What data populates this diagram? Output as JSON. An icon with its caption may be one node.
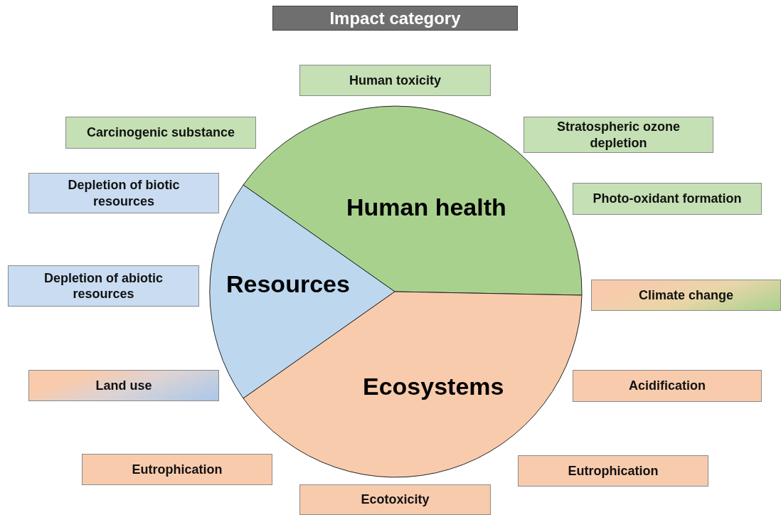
{
  "diagram": {
    "title": "Impact category",
    "nodes": [
      {
        "text": [
          "Human health"
        ]
      },
      {
        "text": [
          "Resources"
        ]
      },
      {
        "text": [
          "Ecosystems"
        ]
      },
      {
        "text": [
          "Human toxicity"
        ]
      },
      {
        "text": [
          "Carcinogenic substance"
        ]
      },
      {
        "text": [
          "Stratospheric ozone depletion"
        ]
      },
      {
        "text": [
          "Depletion of biotic resources"
        ]
      },
      {
        "text": [
          "Photo-oxidant formation"
        ]
      },
      {
        "text": [
          "Depletion of abiotic resources"
        ]
      },
      {
        "text": [
          "Climate change"
        ]
      },
      {
        "text": [
          "Land use"
        ]
      },
      {
        "text": [
          "Acidification"
        ]
      },
      {
        "text": [
          "Eutrophication"
        ]
      },
      {
        "text": [
          "Eutrophication"
        ]
      },
      {
        "text": [
          "Ecotoxicity"
        ]
      }
    ]
  }
}
